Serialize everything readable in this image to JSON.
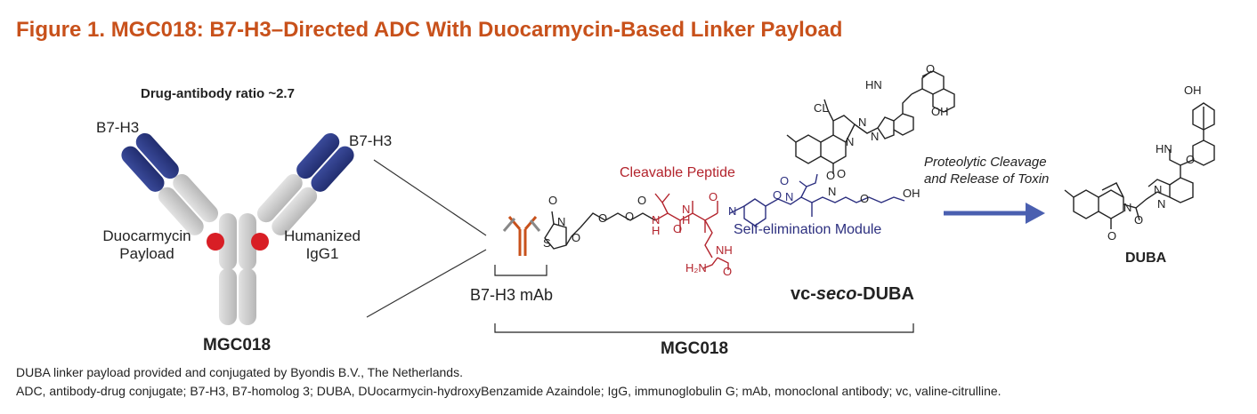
{
  "figure": {
    "title": "Figure 1. MGC018: B7-H3–Directed ADC With Duocarmycin-Based Linker Payload"
  },
  "antibody": {
    "dar": "Drug-antibody ratio ~2.7",
    "b7h3_left": "B7-H3",
    "b7h3_right": "B7-H3",
    "payload_line1": "Duocarmycin",
    "payload_line2": "Payload",
    "igg_line1": "Humanized",
    "igg_line2": "IgG1",
    "name": "MGC018"
  },
  "structure": {
    "cleavable_peptide": "Cleavable Peptide",
    "self_elimination": "Self-elimination Module",
    "mab_label": "B7-H3 mAb",
    "linker_prefix": "vc-",
    "linker_italic": "seco",
    "linker_suffix": "-DUBA",
    "bracket_label": "MGC018"
  },
  "release": {
    "line1": "Proteolytic Cleavage",
    "line2": "and Release of Toxin",
    "toxin": "DUBA"
  },
  "atoms": {
    "hn_top": "HN",
    "oh_top": "OH",
    "cl": "CL",
    "n_indoline": "N",
    "n_azaindole1": "N",
    "n_azaindole2": "N",
    "o_carbamate": "O",
    "o_carbamate2": "O",
    "n_carbamate": "N",
    "o_ether": "O",
    "oh_chain": "OH",
    "n_amine": "N",
    "o_pab": "O",
    "o_pab2": "O",
    "nh_pab": "N",
    "o_cit": "O",
    "n_cit": "N",
    "h_cit": "H",
    "o_val": "O",
    "n_val": "N",
    "h_val": "H",
    "o_link": "O",
    "o_link2": "O",
    "o_peg1": "O",
    "n_mal": "N",
    "o_mal1": "O",
    "o_mal2": "O",
    "s_mal": "S",
    "nh_urea": "NH",
    "h2n_urea": "H₂N",
    "o_urea": "O",
    "oh_duba": "OH",
    "hn_duba": "HN",
    "o_duba": "O",
    "o_duba_amide": "O",
    "n_duba1": "N",
    "n_duba2": "N",
    "n_duba3": "N",
    "o_duba_ketone": "O",
    "o_top": "O"
  },
  "footnotes": {
    "line1": "DUBA linker payload provided and conjugated by Byondis B.V., The Netherlands.",
    "line2": "ADC, antibody-drug conjugate; B7-H3, B7-homolog 3; DUBA, DUocarmycin-hydroxyBenzamide Azaindole; IgG, immunoglobulin G; mAb, monoclonal antibody; vc, valine-citrulline."
  },
  "colors": {
    "title": "#c8511b",
    "antibody_gray": "#c9c9c9",
    "antibody_navy": "#2c3a84",
    "payload_red": "#d81e25",
    "peptide_red": "#b3242d",
    "module_navy": "#2c2f7f",
    "arrow_blue": "#4a5fb0",
    "mab_orange": "#c8511b"
  }
}
